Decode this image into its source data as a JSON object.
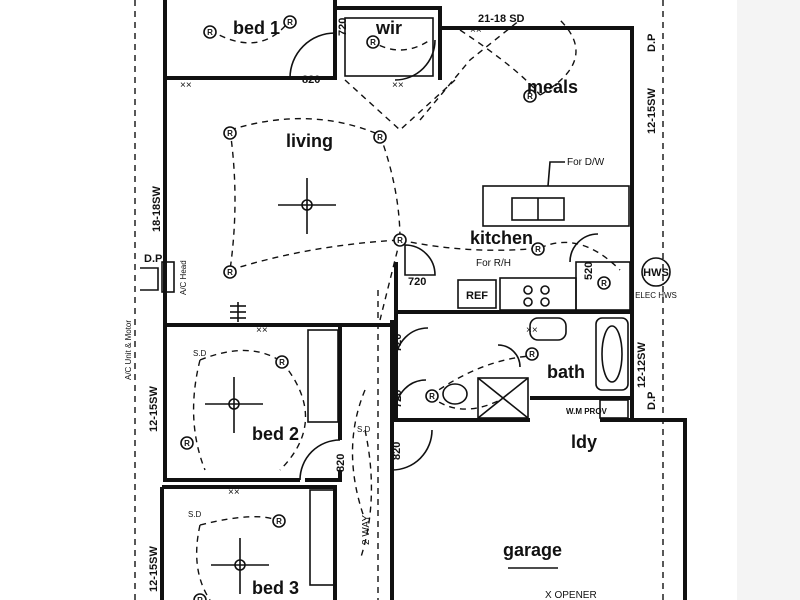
{
  "rooms": {
    "bed1": "bed 1",
    "wir": "wir",
    "meals": "meals",
    "living": "living",
    "kitchen": "kitchen",
    "bath": "bath",
    "ldy": "ldy",
    "bed2": "bed 2",
    "bed3": "bed 3",
    "garage": "garage"
  },
  "labels": {
    "door_720_wir": "720",
    "door_820_bed1": "820",
    "window_21_18_sd": "21-18 SD",
    "dp_top_right": "D.P",
    "window_12_15sw_meals": "12-15SW",
    "for_dw": "For D/W",
    "window_18_18sw": "18-18SW",
    "dp_left": "D.P",
    "ac_head": "A/C Head",
    "ac_unit": "A/C Unit & Motor",
    "for_rh": "For R/H",
    "ref": "REF",
    "door_720_pantry": "720",
    "door_520": "520",
    "hws": "HWS",
    "hws_note": "ELEC HWS",
    "door_720_a": "720",
    "door_720_b": "720",
    "window_12_12sw": "12-12SW",
    "dp_right": "D.P",
    "wm_prov": "W.M PROV",
    "window_12_15sw_bed2": "12-15SW",
    "door_820_bed2": "820",
    "door_820_ldy": "820",
    "two_way": "2 WAY",
    "window_12_15sw_bed3": "12-15SW",
    "sd_bed2": "S.D",
    "sd_hall": "S.D",
    "sd_bed3": "S.D",
    "opener": "X OPENER",
    "gpo": "R"
  }
}
